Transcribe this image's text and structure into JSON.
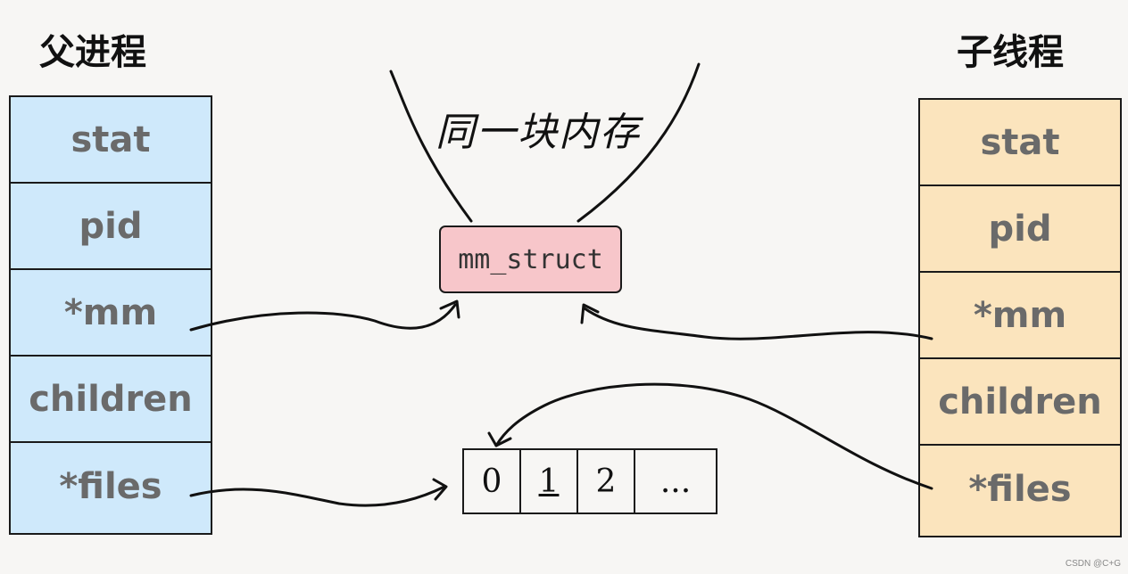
{
  "parent": {
    "title": "父进程",
    "fields": [
      "stat",
      "pid",
      "*mm",
      "children",
      "*files"
    ]
  },
  "child": {
    "title": "子线程",
    "fields": [
      "stat",
      "pid",
      "*mm",
      "children",
      "*files"
    ]
  },
  "shared_memory": {
    "label": "同一块内存",
    "struct": "mm_struct"
  },
  "fd_table": {
    "cells": [
      "0",
      "1",
      "2",
      "..."
    ]
  },
  "watermark": "CSDN @C+G",
  "colors": {
    "parent_fill": "#cfe9fb",
    "child_fill": "#fbe4bd",
    "mm_fill": "#f7c6ca"
  }
}
